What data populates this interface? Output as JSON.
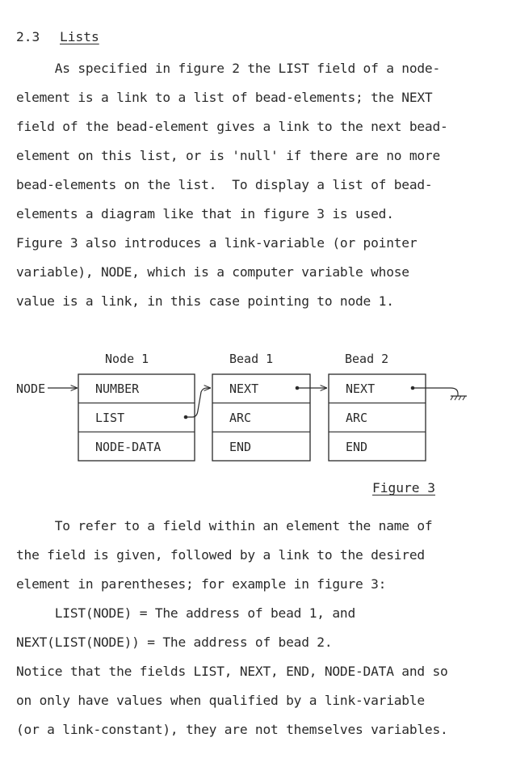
{
  "section": {
    "number": "2.3",
    "title": "Lists"
  },
  "paragraph1": [
    "     As specified in figure 2 the LIST field of a node-",
    "element is a link to a list of bead-elements; the NEXT",
    "field of the bead-element gives a link to the next bead-",
    "element on this list, or is 'null' if there are no more",
    "bead-elements on the list.  To display a list of bead-",
    "elements a diagram like that in figure 3 is used.",
    "Figure 3 also introduces a link-variable (or pointer",
    "variable), NODE, which is a computer variable whose",
    "value is a link, in this case pointing to node 1."
  ],
  "figure": {
    "pointer_label": "NODE",
    "node": {
      "title": "Node 1",
      "fields": [
        "NUMBER",
        "LIST",
        "NODE-DATA"
      ]
    },
    "bead1": {
      "title": "Bead 1",
      "fields": [
        "NEXT",
        "ARC",
        "END"
      ]
    },
    "bead2": {
      "title": "Bead 2",
      "fields": [
        "NEXT",
        "ARC",
        "END"
      ]
    },
    "caption": "Figure 3"
  },
  "paragraph2": [
    "     To refer to a field within an element the name of",
    "the field is given, followed by a link to the desired",
    "element in parentheses; for example in figure 3:",
    "     LIST(NODE) = The address of bead 1, and",
    "NEXT(LIST(NODE)) = The address of bead 2.",
    "Notice that the fields LIST, NEXT, END, NODE-DATA and so",
    "on only have values when qualified by a link-variable",
    "(or a link-constant), they are not themselves variables."
  ]
}
